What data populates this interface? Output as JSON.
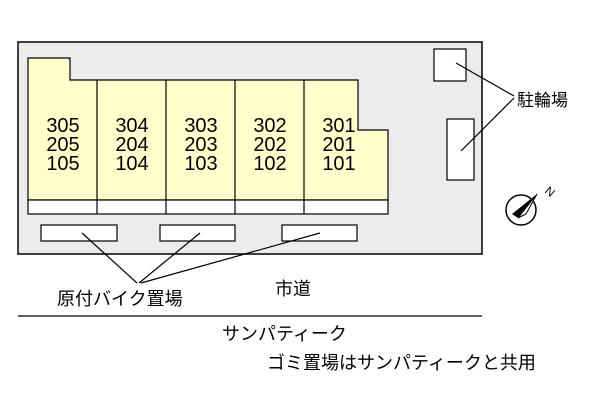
{
  "units": [
    {
      "top": "305",
      "mid": "205",
      "low": "105"
    },
    {
      "top": "304",
      "mid": "204",
      "low": "104"
    },
    {
      "top": "303",
      "mid": "203",
      "low": "103"
    },
    {
      "top": "302",
      "mid": "202",
      "low": "102"
    },
    {
      "top": "301",
      "mid": "201",
      "low": "101"
    }
  ],
  "labels": {
    "bicycle_parking": "駐輪場",
    "motorbike_parking": "原付バイク置場",
    "city_road": "市道",
    "neighbor_building": "サンパティーク",
    "garbage_note": "ゴミ置場はサンパティークと共用",
    "north_mark": "N"
  },
  "colors": {
    "site_fill": "#ececec",
    "building_fill": "#ffffcc",
    "line": "#000000"
  }
}
